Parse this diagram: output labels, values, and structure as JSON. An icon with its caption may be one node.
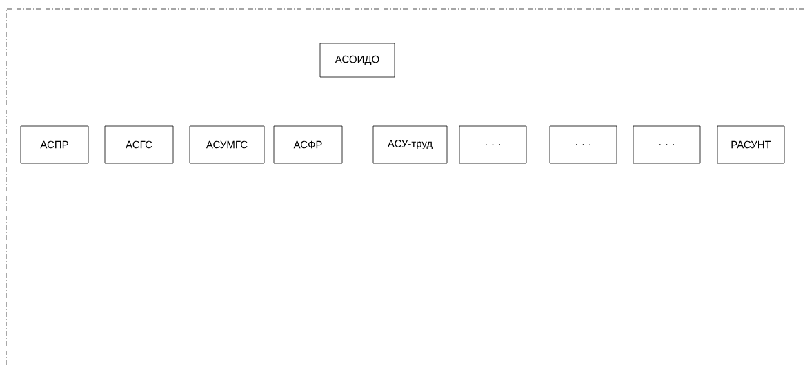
{
  "diagram": {
    "nodes": [
      {
        "text": [
          "АСОИДО"
        ]
      },
      {
        "text": [
          "АСПР"
        ]
      },
      {
        "text": [
          "АСГС"
        ]
      },
      {
        "text": [
          "АСУМГС"
        ]
      },
      {
        "text": [
          "АСФР"
        ]
      },
      {
        "text": [
          "АСУ-труд"
        ]
      },
      {
        "text": [
          ". . ."
        ]
      },
      {
        "text": [
          ". . ."
        ]
      },
      {
        "text": [
          ". . ."
        ]
      },
      {
        "text": [
          "РАСУНТ"
        ]
      }
    ]
  }
}
